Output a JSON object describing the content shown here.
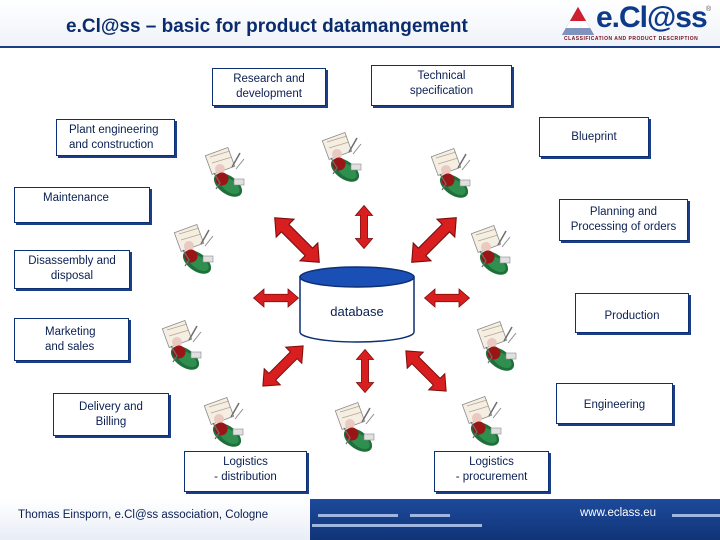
{
  "slide": {
    "title": "e.Cl@ss – basic for product datamangement"
  },
  "logo": {
    "text": "e.Cl@ss",
    "tagline": "CLASSIFICATION AND PRODUCT DESCRIPTION",
    "registered": "®"
  },
  "diagram": {
    "center_label": "database",
    "nodes": {
      "research": "Research and\ndevelopment",
      "technical": "Technical\nspecification",
      "plant": "Plant engineering\nand construction",
      "blueprint": "Blueprint",
      "maintenance": "Maintenance",
      "planning": "Planning and\nProcessing of orders",
      "disassembly": "Disassembly and\ndisposal",
      "production": "Production",
      "marketing": "Marketing\nand sales",
      "engineering": "Engineering",
      "delivery": "Delivery and\nBilling",
      "log_dist": "Logistics\n- distribution",
      "log_proc": "Logistics\n- procurement"
    },
    "colors": {
      "box_border": "#0d2f74",
      "arrow_fill": "#d81e1e",
      "arrow_stroke": "#7a0a0a",
      "db_fill": "#1a4fb5"
    }
  },
  "footer": {
    "author": "Thomas Einsporn,  e.Cl@ss association, Cologne",
    "url": "www.eclass.eu"
  }
}
